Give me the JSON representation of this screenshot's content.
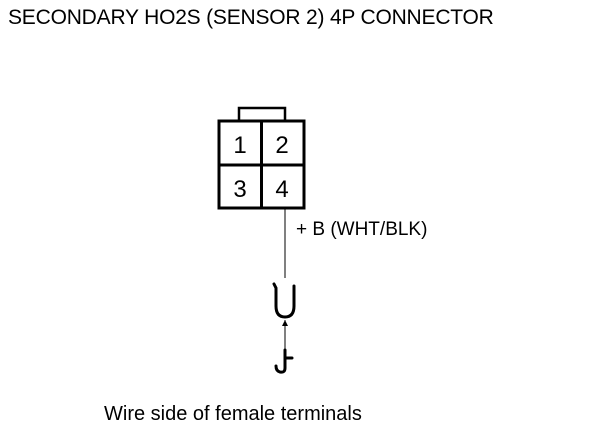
{
  "title": "SECONDARY HO2S (SENSOR 2) 4P CONNECTOR",
  "connector": {
    "pins": [
      "1",
      "2",
      "3",
      "4"
    ]
  },
  "wire": {
    "label": "+ B (WHT/BLK)"
  },
  "caption": "Wire side of female terminals"
}
